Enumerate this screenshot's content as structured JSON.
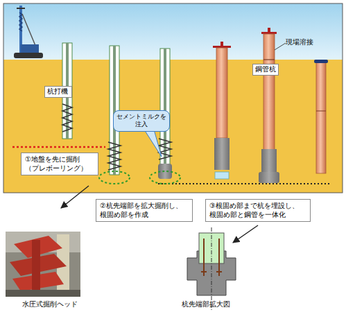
{
  "diagram": {
    "nodes": [
      {
        "text": [
          "鋼管杭"
        ]
      },
      {
        "text": [
          "杭打機"
        ]
      },
      {
        "text": [
          "セメントミルクを 注入"
        ]
      },
      {
        "text": [
          "①地盤を先に掘削 （プレボーリング）"
        ]
      },
      {
        "text": [
          "②杭先端部を拡大掘削し、 根固め部を作成"
        ]
      },
      {
        "text": [
          "③根固め部まで杭を埋設し、 根固め部と鋼管を一体化"
        ]
      }
    ],
    "labels": [
      "現場溶接",
      "水圧式掘削ヘッド",
      "杭先端部拡大図"
    ]
  }
}
